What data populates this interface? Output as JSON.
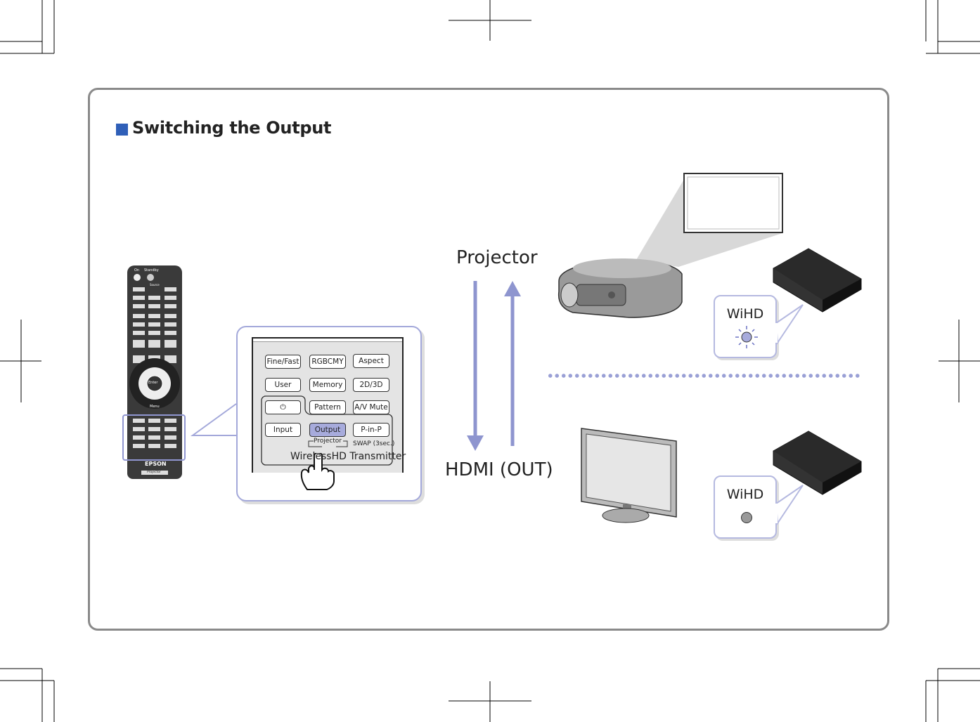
{
  "title": "Switching the Output",
  "remote": {
    "top_labels": [
      "On",
      "Standby",
      "Source"
    ],
    "enter": "Enter",
    "menu": "Menu",
    "brand": "EPSON",
    "bottom_label": "Projector"
  },
  "zoomed_panel": {
    "buttons": [
      "Fine/Fast",
      "RGBCMY",
      "Aspect",
      "User",
      "Memory",
      "2D/3D",
      "⏻",
      "Pattern",
      "A/V Mute",
      "Input",
      "Output",
      "P-in-P"
    ],
    "active_button": "Output",
    "projector_label": "Projector",
    "swap_label": "SWAP (3sec.)",
    "group_label": "WirelessHD Transmitter",
    "highlight_color": "#a7abdc"
  },
  "diagram": {
    "projector_label": "Projector",
    "hdmi_label": "HDMI (OUT)",
    "arrow_color": "#8e95cf",
    "wihd_top": {
      "label": "WiHD",
      "indicator": "lit"
    },
    "wihd_bottom": {
      "label": "WiHD",
      "indicator": "off"
    }
  }
}
